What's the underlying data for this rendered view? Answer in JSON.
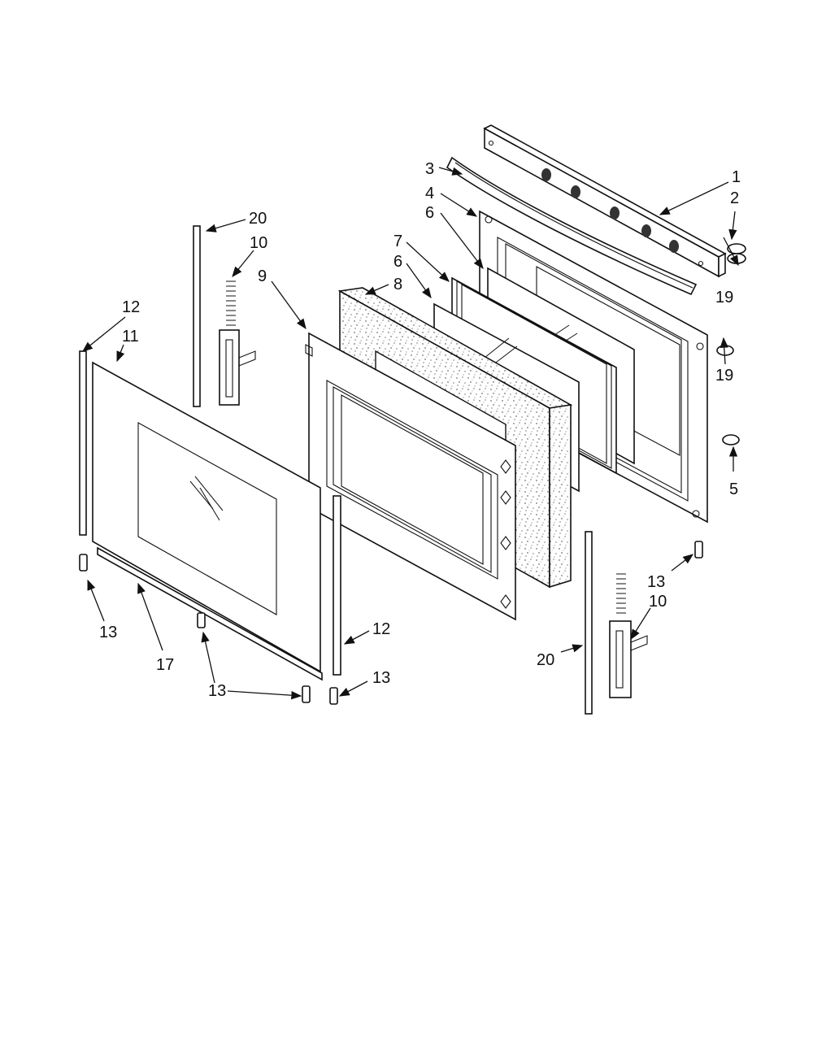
{
  "callouts": {
    "c1": "1",
    "c2": "2",
    "c3": "3",
    "c4": "4",
    "c5": "5",
    "c6a": "6",
    "c6b": "6",
    "c7": "7",
    "c8": "8",
    "c9": "9",
    "c10a": "10",
    "c10b": "10",
    "c11": "11",
    "c12a": "12",
    "c12b": "12",
    "c13a": "13",
    "c13b": "13",
    "c13c": "13",
    "c13d": "13",
    "c17": "17",
    "c19a": "19",
    "c19b": "19",
    "c20a": "20",
    "c20b": "20"
  }
}
